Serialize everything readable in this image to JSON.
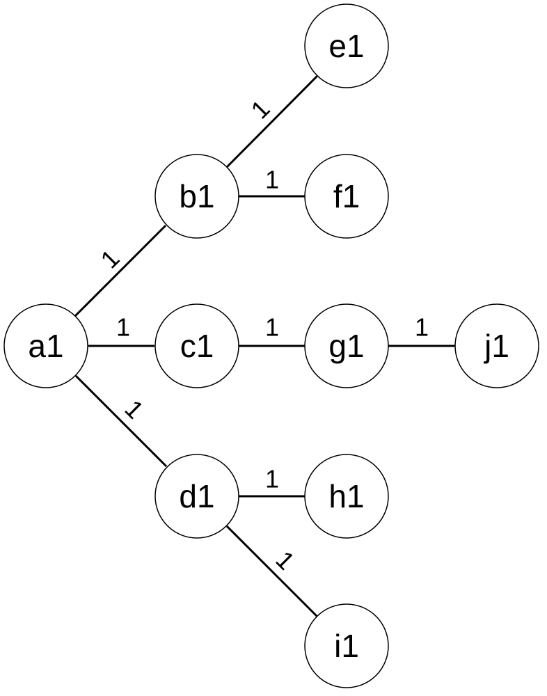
{
  "graph": {
    "nodes": [
      {
        "id": "a1",
        "label": "a1"
      },
      {
        "id": "b1",
        "label": "b1"
      },
      {
        "id": "c1",
        "label": "c1"
      },
      {
        "id": "d1",
        "label": "d1"
      },
      {
        "id": "e1",
        "label": "e1"
      },
      {
        "id": "f1",
        "label": "f1"
      },
      {
        "id": "g1",
        "label": "g1"
      },
      {
        "id": "h1",
        "label": "h1"
      },
      {
        "id": "i1",
        "label": "i1"
      },
      {
        "id": "j1",
        "label": "j1"
      }
    ],
    "edges": [
      {
        "id": "a1-b1",
        "from": "a1",
        "to": "b1",
        "weight": "1"
      },
      {
        "id": "a1-c1",
        "from": "a1",
        "to": "c1",
        "weight": "1"
      },
      {
        "id": "a1-d1",
        "from": "a1",
        "to": "d1",
        "weight": "1"
      },
      {
        "id": "b1-e1",
        "from": "b1",
        "to": "e1",
        "weight": "1"
      },
      {
        "id": "b1-f1",
        "from": "b1",
        "to": "f1",
        "weight": "1"
      },
      {
        "id": "c1-g1",
        "from": "c1",
        "to": "g1",
        "weight": "1"
      },
      {
        "id": "g1-j1",
        "from": "g1",
        "to": "j1",
        "weight": "1"
      },
      {
        "id": "d1-h1",
        "from": "d1",
        "to": "h1",
        "weight": "1"
      },
      {
        "id": "d1-i1",
        "from": "d1",
        "to": "i1",
        "weight": "1"
      }
    ]
  }
}
